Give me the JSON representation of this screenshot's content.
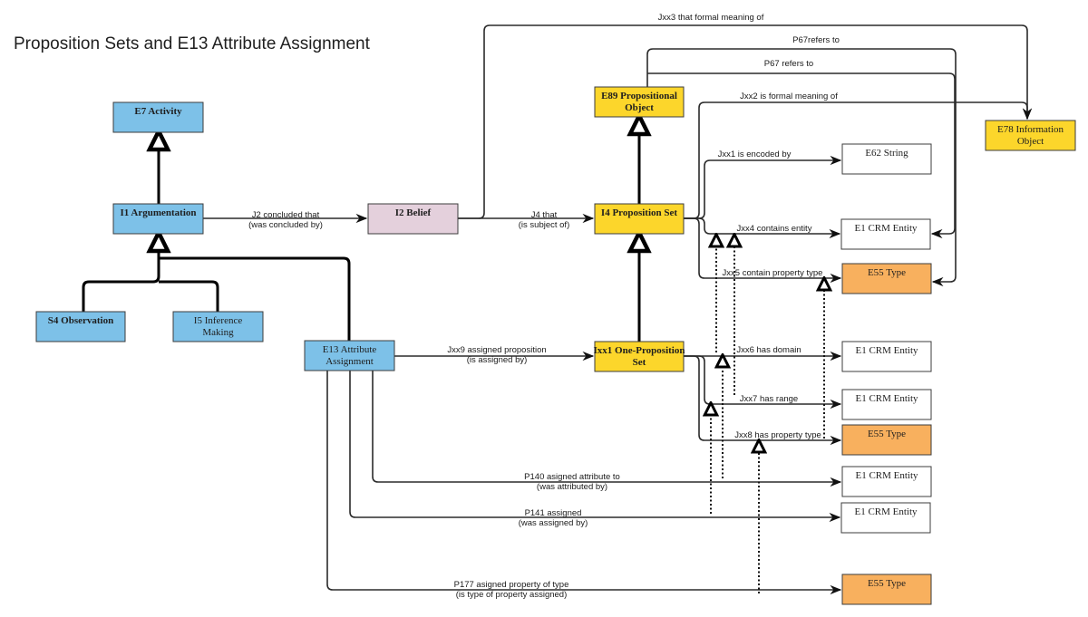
{
  "title": "Proposition Sets and E13 Attribute Assignment",
  "colors": {
    "blue": "#7dc1e8",
    "pink": "#e4d0dc",
    "yellow": "#fcd62b",
    "orange": "#f8b05e",
    "white": "#ffffff",
    "line": "#2b2b2b"
  },
  "nodes": [
    {
      "id": "e7",
      "name": "node-e7-activity",
      "lines": [
        "E7 Activity"
      ],
      "color": "blue",
      "bold": true
    },
    {
      "id": "i1",
      "name": "node-i1-argumentation",
      "lines": [
        "I1 Argumentation"
      ],
      "color": "blue",
      "bold": true
    },
    {
      "id": "i2",
      "name": "node-i2-belief",
      "lines": [
        "I2 Belief"
      ],
      "color": "pink",
      "bold": true
    },
    {
      "id": "s4",
      "name": "node-s4-observation",
      "lines": [
        "S4 Observation"
      ],
      "color": "blue",
      "bold": true
    },
    {
      "id": "i5",
      "name": "node-i5-inference-making",
      "lines": [
        "I5 Inference",
        "Making"
      ],
      "color": "blue",
      "bold": false
    },
    {
      "id": "e13",
      "name": "node-e13-attribute-assignment",
      "lines": [
        "E13 Attribute",
        "Assignment"
      ],
      "color": "blue",
      "bold": false
    },
    {
      "id": "e89",
      "name": "node-e89-propositional-object",
      "lines": [
        "E89 Propositional",
        "Object"
      ],
      "color": "yellow",
      "bold": true
    },
    {
      "id": "i4",
      "name": "node-i4-proposition-set",
      "lines": [
        "I4 Proposition Set"
      ],
      "color": "yellow",
      "bold": true
    },
    {
      "id": "ixx1",
      "name": "node-ixx1-one-proposition-set",
      "lines": [
        "Ixx1 One-Proposition",
        "Set"
      ],
      "color": "yellow",
      "bold": true
    },
    {
      "id": "e78",
      "name": "node-e78-information-object",
      "lines": [
        "E78 Information",
        "Object"
      ],
      "color": "yellow",
      "bold": false
    },
    {
      "id": "e62",
      "name": "node-e62-string",
      "lines": [
        "E62 String"
      ],
      "color": "white",
      "bold": false
    },
    {
      "id": "e1a",
      "name": "node-e1-crm-entity",
      "lines": [
        "E1 CRM Entity"
      ],
      "color": "white",
      "bold": false
    },
    {
      "id": "e55a",
      "name": "node-e55-type",
      "lines": [
        "E55 Type"
      ],
      "color": "orange",
      "bold": false
    },
    {
      "id": "e1b",
      "name": "node-e1-crm-entity",
      "lines": [
        "E1 CRM Entity"
      ],
      "color": "white",
      "bold": false
    },
    {
      "id": "e1c",
      "name": "node-e1-crm-entity",
      "lines": [
        "E1 CRM Entity"
      ],
      "color": "white",
      "bold": false
    },
    {
      "id": "e55b",
      "name": "node-e55-type",
      "lines": [
        "E55 Type"
      ],
      "color": "orange",
      "bold": false
    },
    {
      "id": "e1d",
      "name": "node-e1-crm-entity",
      "lines": [
        "E1 CRM Entity"
      ],
      "color": "white",
      "bold": false
    },
    {
      "id": "e1e",
      "name": "node-e1-crm-entity",
      "lines": [
        "E1 CRM Entity"
      ],
      "color": "white",
      "bold": false
    },
    {
      "id": "e55c",
      "name": "node-e55-type",
      "lines": [
        "E55 Type"
      ],
      "color": "orange",
      "bold": false
    }
  ],
  "edges": [
    {
      "id": "i1-e7",
      "from": "i1",
      "to": "e7",
      "kind": "subclass",
      "label": []
    },
    {
      "id": "s4-i1",
      "from": "s4",
      "to": "i1",
      "kind": "subclass",
      "label": []
    },
    {
      "id": "i5-i1",
      "from": "i5",
      "to": "i1",
      "kind": "subclass",
      "label": []
    },
    {
      "id": "e13-i1",
      "from": "e13",
      "to": "i1",
      "kind": "subclass",
      "label": []
    },
    {
      "id": "i4-e89",
      "from": "i4",
      "to": "e89",
      "kind": "subclass",
      "label": []
    },
    {
      "id": "ixx1-i4",
      "from": "ixx1",
      "to": "i4",
      "kind": "subclass",
      "label": []
    },
    {
      "id": "j2",
      "from": "i1",
      "to": "i2",
      "kind": "property",
      "label": [
        "J2 concluded that",
        "(was concluded by)"
      ]
    },
    {
      "id": "j4",
      "from": "i2",
      "to": "i4",
      "kind": "property",
      "label": [
        "J4 that",
        "(is subject of)"
      ]
    },
    {
      "id": "jxx3",
      "from": "i2",
      "to": "e78",
      "kind": "property",
      "label": [
        "Jxx3 that formal meaning of"
      ]
    },
    {
      "id": "p67a",
      "from": "e89",
      "to": "e55a",
      "kind": "property",
      "label": [
        "P67refers to"
      ]
    },
    {
      "id": "p67b",
      "from": "e89",
      "to": "e1a",
      "kind": "property",
      "label": [
        "P67 refers to"
      ]
    },
    {
      "id": "jxx2",
      "from": "i4",
      "to": "e78",
      "kind": "property",
      "label": [
        "Jxx2 is formal meaning of"
      ]
    },
    {
      "id": "jxx1",
      "from": "i4",
      "to": "e62",
      "kind": "property",
      "label": [
        "Jxx1 is encoded by"
      ]
    },
    {
      "id": "jxx4",
      "from": "i4",
      "to": "e1a",
      "kind": "property",
      "label": [
        "Jxx4 contains entity"
      ]
    },
    {
      "id": "jxx5",
      "from": "i4",
      "to": "e55a",
      "kind": "property",
      "label": [
        "Jxx5 contain property type"
      ]
    },
    {
      "id": "jxx9",
      "from": "e13",
      "to": "ixx1",
      "kind": "property",
      "label": [
        "Jxx9 assigned proposition",
        "(is assigned by)"
      ]
    },
    {
      "id": "jxx6",
      "from": "ixx1",
      "to": "e1b",
      "kind": "property",
      "label": [
        "Jxx6 has domain"
      ]
    },
    {
      "id": "jxx7",
      "from": "ixx1",
      "to": "e1c",
      "kind": "property",
      "label": [
        "Jxx7 has range"
      ]
    },
    {
      "id": "jxx8",
      "from": "ixx1",
      "to": "e55b",
      "kind": "property",
      "label": [
        "Jxx8 has property type"
      ]
    },
    {
      "id": "p140",
      "from": "e13",
      "to": "e1d",
      "kind": "property",
      "label": [
        "P140 asigned attribute to",
        "(was attributed by)"
      ]
    },
    {
      "id": "p141",
      "from": "e13",
      "to": "e1e",
      "kind": "property",
      "label": [
        "P141 assigned",
        "(was assigned by)"
      ]
    },
    {
      "id": "p177",
      "from": "e13",
      "to": "e55c",
      "kind": "property",
      "label": [
        "P177 asigned property of type",
        "(is type of property assigned)"
      ]
    },
    {
      "id": "d1",
      "from": "e1d",
      "to": "jxx4",
      "kind": "dotted-subproperty",
      "label": []
    },
    {
      "id": "d2",
      "from": "e1e",
      "to": "jxx4",
      "kind": "dotted-subproperty",
      "label": []
    },
    {
      "id": "d3",
      "from": "e1d",
      "to": "jxx6",
      "kind": "dotted-subproperty",
      "label": []
    },
    {
      "id": "d4",
      "from": "e1e",
      "to": "jxx7",
      "kind": "dotted-subproperty",
      "label": []
    },
    {
      "id": "d5",
      "from": "e55c",
      "to": "jxx8",
      "kind": "dotted-subproperty",
      "label": []
    },
    {
      "id": "d6",
      "from": "jxx8",
      "to": "jxx5",
      "kind": "dotted-subproperty",
      "label": []
    }
  ]
}
